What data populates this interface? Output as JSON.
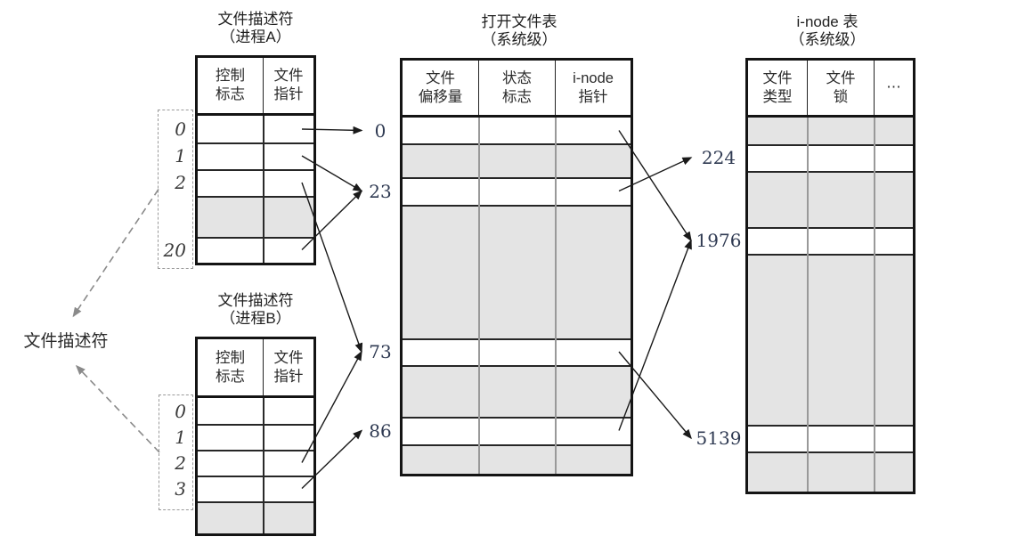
{
  "side_label": {
    "text": "文件描述符"
  },
  "tables": {
    "processA": {
      "title": [
        "文件描述符",
        "（进程A）"
      ],
      "columns": [
        [
          "控制",
          "标志"
        ],
        [
          "文件",
          "指针"
        ]
      ],
      "rows": [
        {
          "id": "pa-r0",
          "label": "0",
          "shaded": false
        },
        {
          "id": "pa-r1",
          "label": "1",
          "shaded": false
        },
        {
          "id": "pa-r2",
          "label": "2",
          "shaded": false
        },
        {
          "id": "",
          "label": "",
          "shaded": true
        },
        {
          "id": "pa-r20",
          "label": "20",
          "shaded": false
        }
      ]
    },
    "processB": {
      "title": [
        "文件描述符",
        "（进程B）"
      ],
      "columns": [
        [
          "控制",
          "标志"
        ],
        [
          "文件",
          "指针"
        ]
      ],
      "rows": [
        {
          "id": "pb-r0",
          "label": "0",
          "shaded": false
        },
        {
          "id": "pb-r1",
          "label": "1",
          "shaded": false
        },
        {
          "id": "pb-r2",
          "label": "2",
          "shaded": false
        },
        {
          "id": "pb-r3",
          "label": "3",
          "shaded": false
        },
        {
          "id": "",
          "label": "",
          "shaded": true
        }
      ]
    },
    "openFile": {
      "title": [
        "打开文件表",
        "（系统级）"
      ],
      "columns": [
        [
          "文件",
          "偏移量"
        ],
        [
          "状态",
          "标志"
        ],
        [
          "i-node",
          "指针"
        ]
      ],
      "rows": [
        {
          "id": "oft-r0",
          "label": "0",
          "label_id": "oft-lbl-0",
          "shaded": false
        },
        {
          "id": "",
          "label": "",
          "shaded": true
        },
        {
          "id": "oft-r23",
          "label": "23",
          "label_id": "oft-lbl-23",
          "shaded": false
        },
        {
          "id": "",
          "label": "",
          "shaded": true
        },
        {
          "id": "oft-r73",
          "label": "73",
          "label_id": "oft-lbl-73",
          "shaded": false
        },
        {
          "id": "",
          "label": "",
          "shaded": true
        },
        {
          "id": "oft-r86",
          "label": "86",
          "label_id": "oft-lbl-86",
          "shaded": false
        },
        {
          "id": "",
          "label": "",
          "shaded": true
        }
      ]
    },
    "inode": {
      "title": [
        "i-node 表",
        "（系统级）"
      ],
      "columns": [
        [
          "文件",
          "类型"
        ],
        [
          "文件",
          "锁"
        ],
        [
          "⋯"
        ]
      ],
      "rows": [
        {
          "id": "",
          "label": "",
          "shaded": true
        },
        {
          "id": "in-r224",
          "label": "224",
          "label_id": "in-lbl-224",
          "shaded": false
        },
        {
          "id": "",
          "label": "",
          "shaded": true
        },
        {
          "id": "in-r1976",
          "label": "1976",
          "label_id": "in-lbl-1976",
          "shaded": false
        },
        {
          "id": "",
          "label": "",
          "shaded": true
        },
        {
          "id": "in-r5139",
          "label": "5139",
          "label_id": "in-lbl-5139",
          "shaded": false
        },
        {
          "id": "",
          "label": "",
          "shaded": true
        }
      ]
    }
  },
  "links": [
    {
      "from": "pa-r0",
      "to": "oft-lbl-0",
      "style": "solid",
      "toSide": "left"
    },
    {
      "from": "pa-r1",
      "to": "oft-lbl-23",
      "style": "solid",
      "toSide": "left"
    },
    {
      "from": "pa-r2",
      "to": "oft-lbl-73",
      "style": "solid",
      "toSide": "left"
    },
    {
      "from": "pa-r20",
      "to": "oft-lbl-23",
      "style": "solid",
      "toSide": "left"
    },
    {
      "from": "pb-r2",
      "to": "oft-lbl-73",
      "style": "solid",
      "toSide": "left"
    },
    {
      "from": "pb-r3",
      "to": "oft-lbl-86",
      "style": "solid",
      "toSide": "left"
    },
    {
      "from": "oft-r0",
      "to": "in-lbl-1976",
      "style": "solid",
      "toSide": "left"
    },
    {
      "from": "oft-r23",
      "to": "in-lbl-224",
      "style": "solid",
      "toSide": "left"
    },
    {
      "from": "oft-r73",
      "to": "in-lbl-5139",
      "style": "solid",
      "toSide": "left"
    },
    {
      "from": "oft-r86",
      "to": "in-lbl-1976",
      "style": "solid",
      "toSide": "left"
    },
    {
      "from": "pa-box",
      "to": "side-label",
      "style": "dashed",
      "toSide": "above"
    },
    {
      "from": "pb-box",
      "to": "side-label",
      "style": "dashed",
      "toSide": "below"
    }
  ],
  "colors": {
    "shaded": "#e4e4e4",
    "arrow": "#1a1a1a",
    "dashed": "#8a8a8a",
    "number": "#2f3a52",
    "index": "#3a3a3a"
  }
}
